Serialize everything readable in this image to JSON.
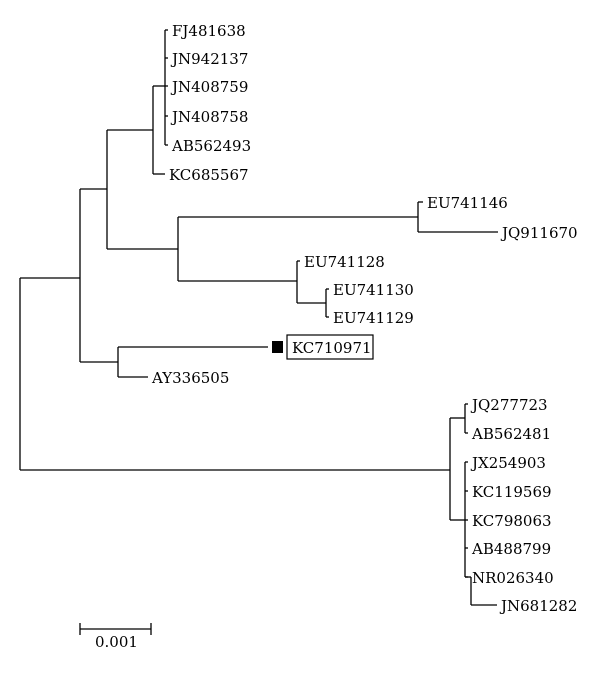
{
  "tree": {
    "taxa": {
      "t_FJ481638": "FJ481638",
      "t_JN942137": "JN942137",
      "t_JN408759": "JN408759",
      "t_JN408758": "JN408758",
      "t_AB562493": "AB562493",
      "t_KC685567": "KC685567",
      "t_EU741146": "EU741146",
      "t_JQ911670": "JQ911670",
      "t_EU741128": "EU741128",
      "t_EU741130": "EU741130",
      "t_EU741129": "EU741129",
      "t_KC710971": "KC710971",
      "t_AY336505": "AY336505",
      "t_JQ277723": "JQ277723",
      "t_AB562481": "AB562481",
      "t_JX254903": "JX254903",
      "t_KC119569": "KC119569",
      "t_KC798063": "KC798063",
      "t_AB488799": "AB488799",
      "t_NR026340": "NR026340",
      "t_JN681282": "JN681282"
    },
    "highlighted_taxon": "KC710971",
    "highlight_marker": "filled-square",
    "scale_bar_label": "0.001"
  }
}
